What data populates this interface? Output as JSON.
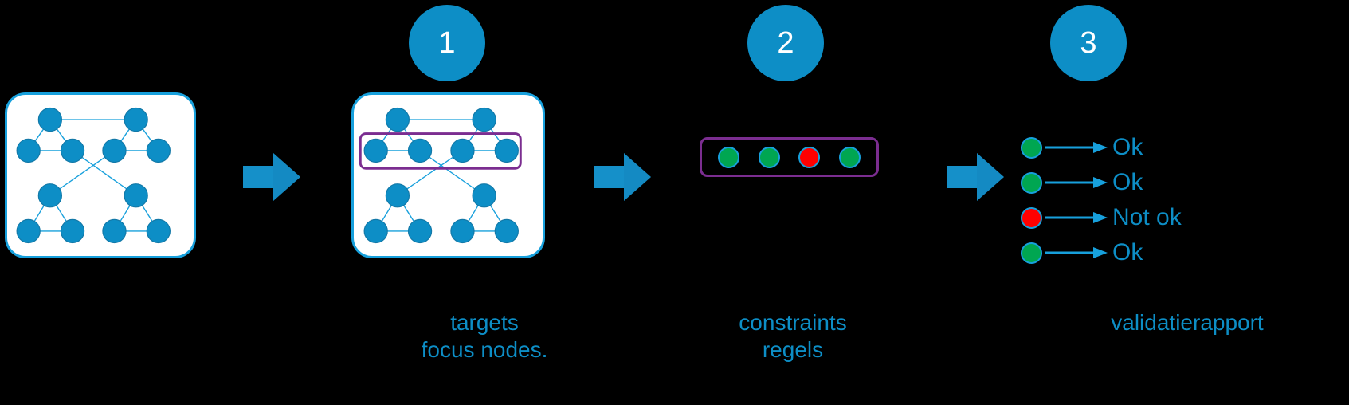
{
  "colors": {
    "background": "#000000",
    "node_blue": "#0d8ec6",
    "node_border": "#17a0dc",
    "panel_white": "#ffffff",
    "highlight_purple": "#7b2d90",
    "ok_green": "#00a651",
    "not_ok_red": "#ff0000",
    "text_blue": "#0d8ec6",
    "arrow_blue": "#17a0dc"
  },
  "steps": [
    {
      "number": "1",
      "name": "targets-step"
    },
    {
      "number": "2",
      "name": "constraints-step"
    },
    {
      "number": "3",
      "name": "report-step"
    }
  ],
  "captions": {
    "step1": "targets\nfocus nodes.",
    "step2": "constraints\nregels",
    "step3": "validatierapport"
  },
  "graph_panel_1": {
    "description": "data graph of blue nodes",
    "node_count": 12
  },
  "graph_panel_2": {
    "description": "data graph with purple selection rectangle over second node row",
    "node_count": 12,
    "highlight": "row-2-selection"
  },
  "constraints": {
    "dots": [
      {
        "status": "ok",
        "color": "#00a651"
      },
      {
        "status": "ok",
        "color": "#00a651"
      },
      {
        "status": "not-ok",
        "color": "#ff0000"
      },
      {
        "status": "ok",
        "color": "#00a651"
      }
    ]
  },
  "validation_report": {
    "rows": [
      {
        "status": "ok",
        "color": "#00a651",
        "label": "Ok"
      },
      {
        "status": "ok",
        "color": "#00a651",
        "label": "Ok"
      },
      {
        "status": "not-ok",
        "color": "#ff0000",
        "label": "Not ok"
      },
      {
        "status": "ok",
        "color": "#00a651",
        "label": "Ok"
      }
    ]
  }
}
